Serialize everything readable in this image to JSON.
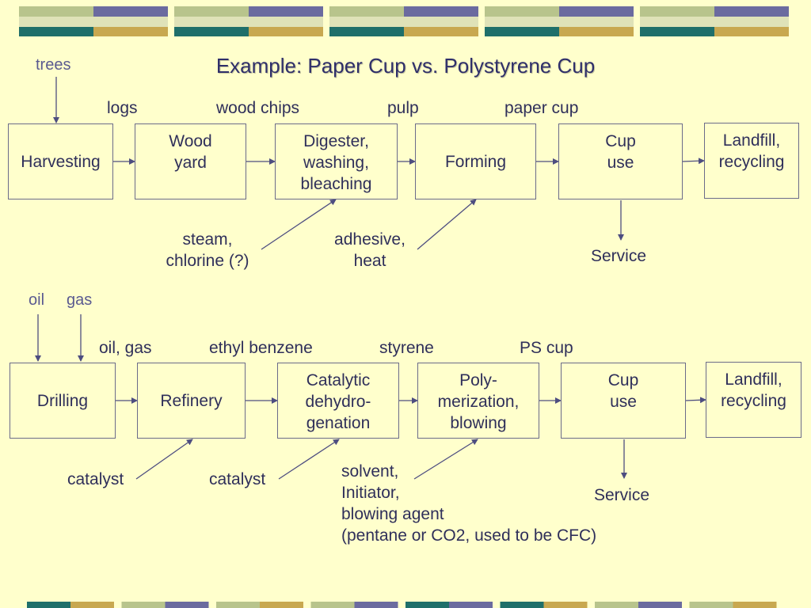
{
  "colors": {
    "background": "#ffffcc",
    "arrow": "#4d4d80",
    "deco_purple": "#6b6b9f",
    "deco_gold": "#c8a850",
    "deco_teal": "#1f6f6a",
    "deco_sage": "#b8c48c"
  },
  "title": "Example: Paper Cup vs. Polystyrene Cup",
  "paper": {
    "input": "trees",
    "boxes": [
      "Harvesting",
      "Wood\nyard",
      "Digester,\nwashing,\nbleaching",
      "Forming",
      "Cup\nuse",
      "Landfill,\nrecycling"
    ],
    "flows": [
      "logs",
      "wood chips",
      "pulp",
      "paper cup"
    ],
    "side_inputs": [
      "steam,\nchlorine (?)",
      "adhesive,\nheat"
    ],
    "output": "Service"
  },
  "ps": {
    "inputs": [
      "oil",
      "gas"
    ],
    "boxes": [
      "Drilling",
      "Refinery",
      "Catalytic\ndehydro-\ngenation",
      "Poly-\nmerization,\nblowing",
      "Cup\nuse",
      "Landfill,\nrecycling"
    ],
    "flows": [
      "oil, gas",
      "ethyl benzene",
      "styrene",
      "PS cup"
    ],
    "side_inputs": [
      "catalyst",
      "catalyst",
      "solvent,\nInitiator,\nblowing agent\n(pentane or CO2, used to be CFC)"
    ],
    "output": "Service"
  }
}
